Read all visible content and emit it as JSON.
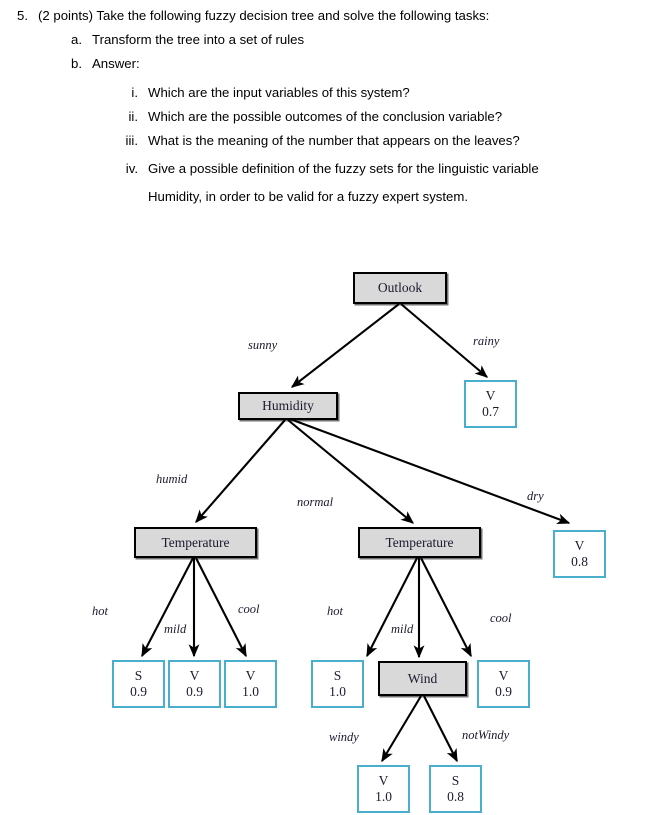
{
  "question": {
    "number": "5.",
    "points_label": "(2 points)",
    "stem": "(2 points) Take the following fuzzy decision tree and solve the following tasks:",
    "items": [
      {
        "marker": "a.",
        "text": "Transform the tree into a set of rules"
      },
      {
        "marker": "b.",
        "text": "Answer:"
      }
    ],
    "subitems": [
      {
        "marker": "i.",
        "text": "Which are the input variables of this system?"
      },
      {
        "marker": "ii.",
        "text": "Which are the possible outcomes of the conclusion variable?"
      },
      {
        "marker": "iii.",
        "text": "What is the meaning of the number that appears on the leaves?"
      },
      {
        "marker": "iv.",
        "text": "Give a possible definition of the fuzzy sets for the linguistic variable"
      },
      {
        "marker": "",
        "text": "Humidity, in order to be valid for a fuzzy expert system."
      }
    ]
  },
  "colors": {
    "node_fill": "#d9d9d9",
    "node_border": "#000000",
    "leaf_border": "#4aafcd",
    "leaf_fill": "#ffffff",
    "edge": "#000000",
    "background": "#ffffff"
  },
  "tree": {
    "decision_nodes": [
      {
        "id": "outlook",
        "label": "Outlook"
      },
      {
        "id": "humidity",
        "label": "Humidity"
      },
      {
        "id": "temperature-left",
        "label": "Temperature"
      },
      {
        "id": "temperature-right",
        "label": "Temperature"
      },
      {
        "id": "wind",
        "label": "Wind"
      }
    ],
    "leaves": [
      {
        "id": "leaf-rainy",
        "class": "V",
        "value": "0.7"
      },
      {
        "id": "leaf-dry",
        "class": "V",
        "value": "0.8"
      },
      {
        "id": "leaf-left-hot",
        "class": "S",
        "value": "0.9"
      },
      {
        "id": "leaf-left-mild",
        "class": "V",
        "value": "0.9"
      },
      {
        "id": "leaf-left-cool",
        "class": "V",
        "value": "1.0"
      },
      {
        "id": "leaf-right-hot",
        "class": "S",
        "value": "1.0"
      },
      {
        "id": "leaf-right-cool",
        "class": "V",
        "value": "0.9"
      },
      {
        "id": "leaf-windy",
        "class": "V",
        "value": "1.0"
      },
      {
        "id": "leaf-notwindy",
        "class": "S",
        "value": "0.8"
      }
    ],
    "edge_labels": [
      {
        "id": "sunny",
        "text": "sunny"
      },
      {
        "id": "rainy",
        "text": "rainy"
      },
      {
        "id": "humid",
        "text": "humid"
      },
      {
        "id": "normal",
        "text": "normal"
      },
      {
        "id": "dry",
        "text": "dry"
      },
      {
        "id": "hot-left",
        "text": "hot"
      },
      {
        "id": "mild-left",
        "text": "mild"
      },
      {
        "id": "cool-left",
        "text": "cool"
      },
      {
        "id": "hot-right",
        "text": "hot"
      },
      {
        "id": "mild-right",
        "text": "mild"
      },
      {
        "id": "cool-right",
        "text": "cool"
      },
      {
        "id": "windy",
        "text": "windy"
      },
      {
        "id": "notwindy",
        "text": "notWindy"
      }
    ]
  }
}
